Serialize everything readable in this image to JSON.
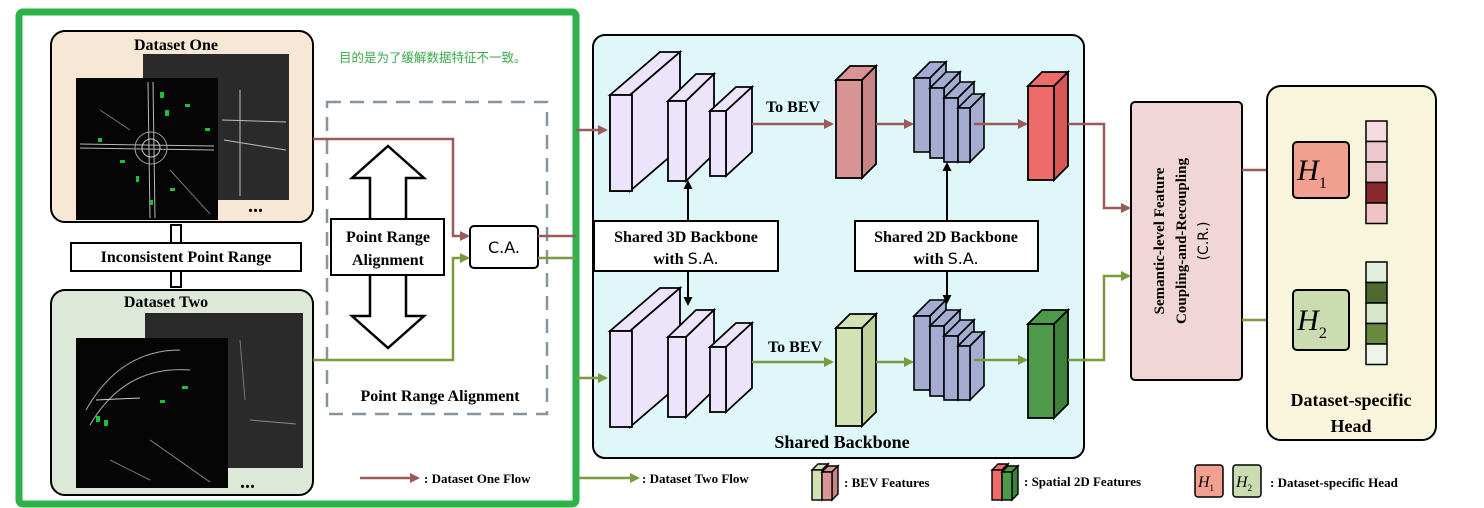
{
  "left_panel": {
    "dataset_one": {
      "title": "Dataset One",
      "ellipsis": "..."
    },
    "dataset_two": {
      "title": "Dataset Two",
      "ellipsis": "..."
    },
    "inconsistent_label": "Inconsistent Point Range",
    "annotation": "目的是为了缓解数据特征不一致。",
    "pra_box_label_line1": "Point Range",
    "pra_box_label_line2": "Alignment",
    "pra_region_label": "Point Range Alignment",
    "ca_label": "C.A."
  },
  "shared_backbone": {
    "title": "Shared Backbone",
    "to_bev_top": "To BEV",
    "to_bev_bottom": "To BEV",
    "backbone_3d_line1": "Shared 3D Backbone",
    "backbone_3d_line2_a": "with ",
    "backbone_3d_line2_b": "S.A.",
    "backbone_2d_line1": "Shared 2D Backbone",
    "backbone_2d_line2_a": "with ",
    "backbone_2d_line2_b": "S.A."
  },
  "coupling": {
    "line1": "Semantic-level Feature",
    "line2": "Coupling-and-Recoupling",
    "line3": "(C.R.)"
  },
  "heads": {
    "title_line1": "Dataset-specific",
    "title_line2": "Head",
    "h1_letter": "H",
    "h1_sub": "1",
    "h2_letter": "H",
    "h2_sub": "2"
  },
  "legend": {
    "one_flow": ": Dataset One Flow",
    "two_flow": ": Dataset Two Flow",
    "bev": ": BEV Features",
    "spatial": ": Spatial 2D Features",
    "head": ": Dataset-specific Head",
    "h1_letter": "H",
    "h1_sub": "1",
    "h2_letter": "H",
    "h2_sub": "2"
  },
  "colors": {
    "flow_one": "#9b5a5a",
    "flow_two": "#7a9a40",
    "green_frame": "#2db24a",
    "backbone_bg": "#dff7f8",
    "coupling_bg": "#f0d6d6",
    "head_bg": "#f8f5dc",
    "cube_purple": "#ece4fb",
    "bev_red": "#d99595",
    "bev_green": "#d2e2b4",
    "spatial_red": "#ee6b6b",
    "spatial_green": "#4f9a4a",
    "blue_block": "#a5acd2",
    "h1_fill": "#f2a090",
    "h2_fill": "#cbddb0"
  },
  "head_bars": {
    "h1": [
      "#f6dbe0",
      "#edc8cc",
      "#e9c2c6",
      "#8a2a2f",
      "#f0c4c4"
    ],
    "h2": [
      "#e3eedd",
      "#4f6a2e",
      "#d8e5c8",
      "#6a8a3f",
      "#eef4e8"
    ]
  }
}
